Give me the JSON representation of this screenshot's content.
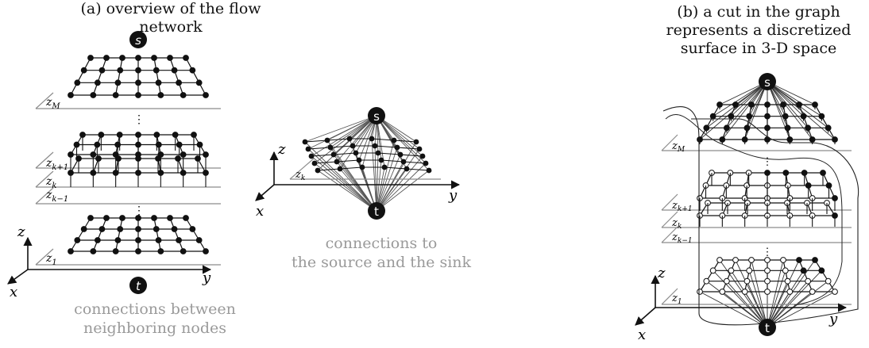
{
  "panel_a": {
    "title": "(a) overview of the flow network",
    "caption_line1": "connections between",
    "caption_line2": "neighboring nodes",
    "source_label": "s",
    "sink_label": "t",
    "layer_labels": [
      "z",
      "z",
      "z",
      "z"
    ],
    "layer_subs": [
      "M",
      "k+1",
      "k",
      "k−1",
      "1"
    ],
    "axis_x": "x",
    "axis_y": "y",
    "axis_z": "z"
  },
  "panel_mid": {
    "caption_line1": "connections to",
    "caption_line2": "the source and the sink",
    "source_label": "s",
    "sink_label": "t",
    "layer_sub": "k",
    "axis_x": "x",
    "axis_y": "y",
    "axis_z": "z"
  },
  "panel_b": {
    "title_line1": "(b) a cut in the graph",
    "title_line2": "represents a discretized",
    "title_line3": "surface in 3-D space",
    "source_label": "s",
    "sink_label": "t",
    "layer_subs": [
      "M",
      "k+1",
      "k",
      "k−1",
      "1"
    ],
    "axis_x": "x",
    "axis_y": "y",
    "axis_z": "z"
  },
  "ellipsis": "⋮",
  "colors": {
    "node": "#111111",
    "line": "#222222",
    "plane": "#8c8c8c",
    "caption": "#9a9a9a"
  }
}
